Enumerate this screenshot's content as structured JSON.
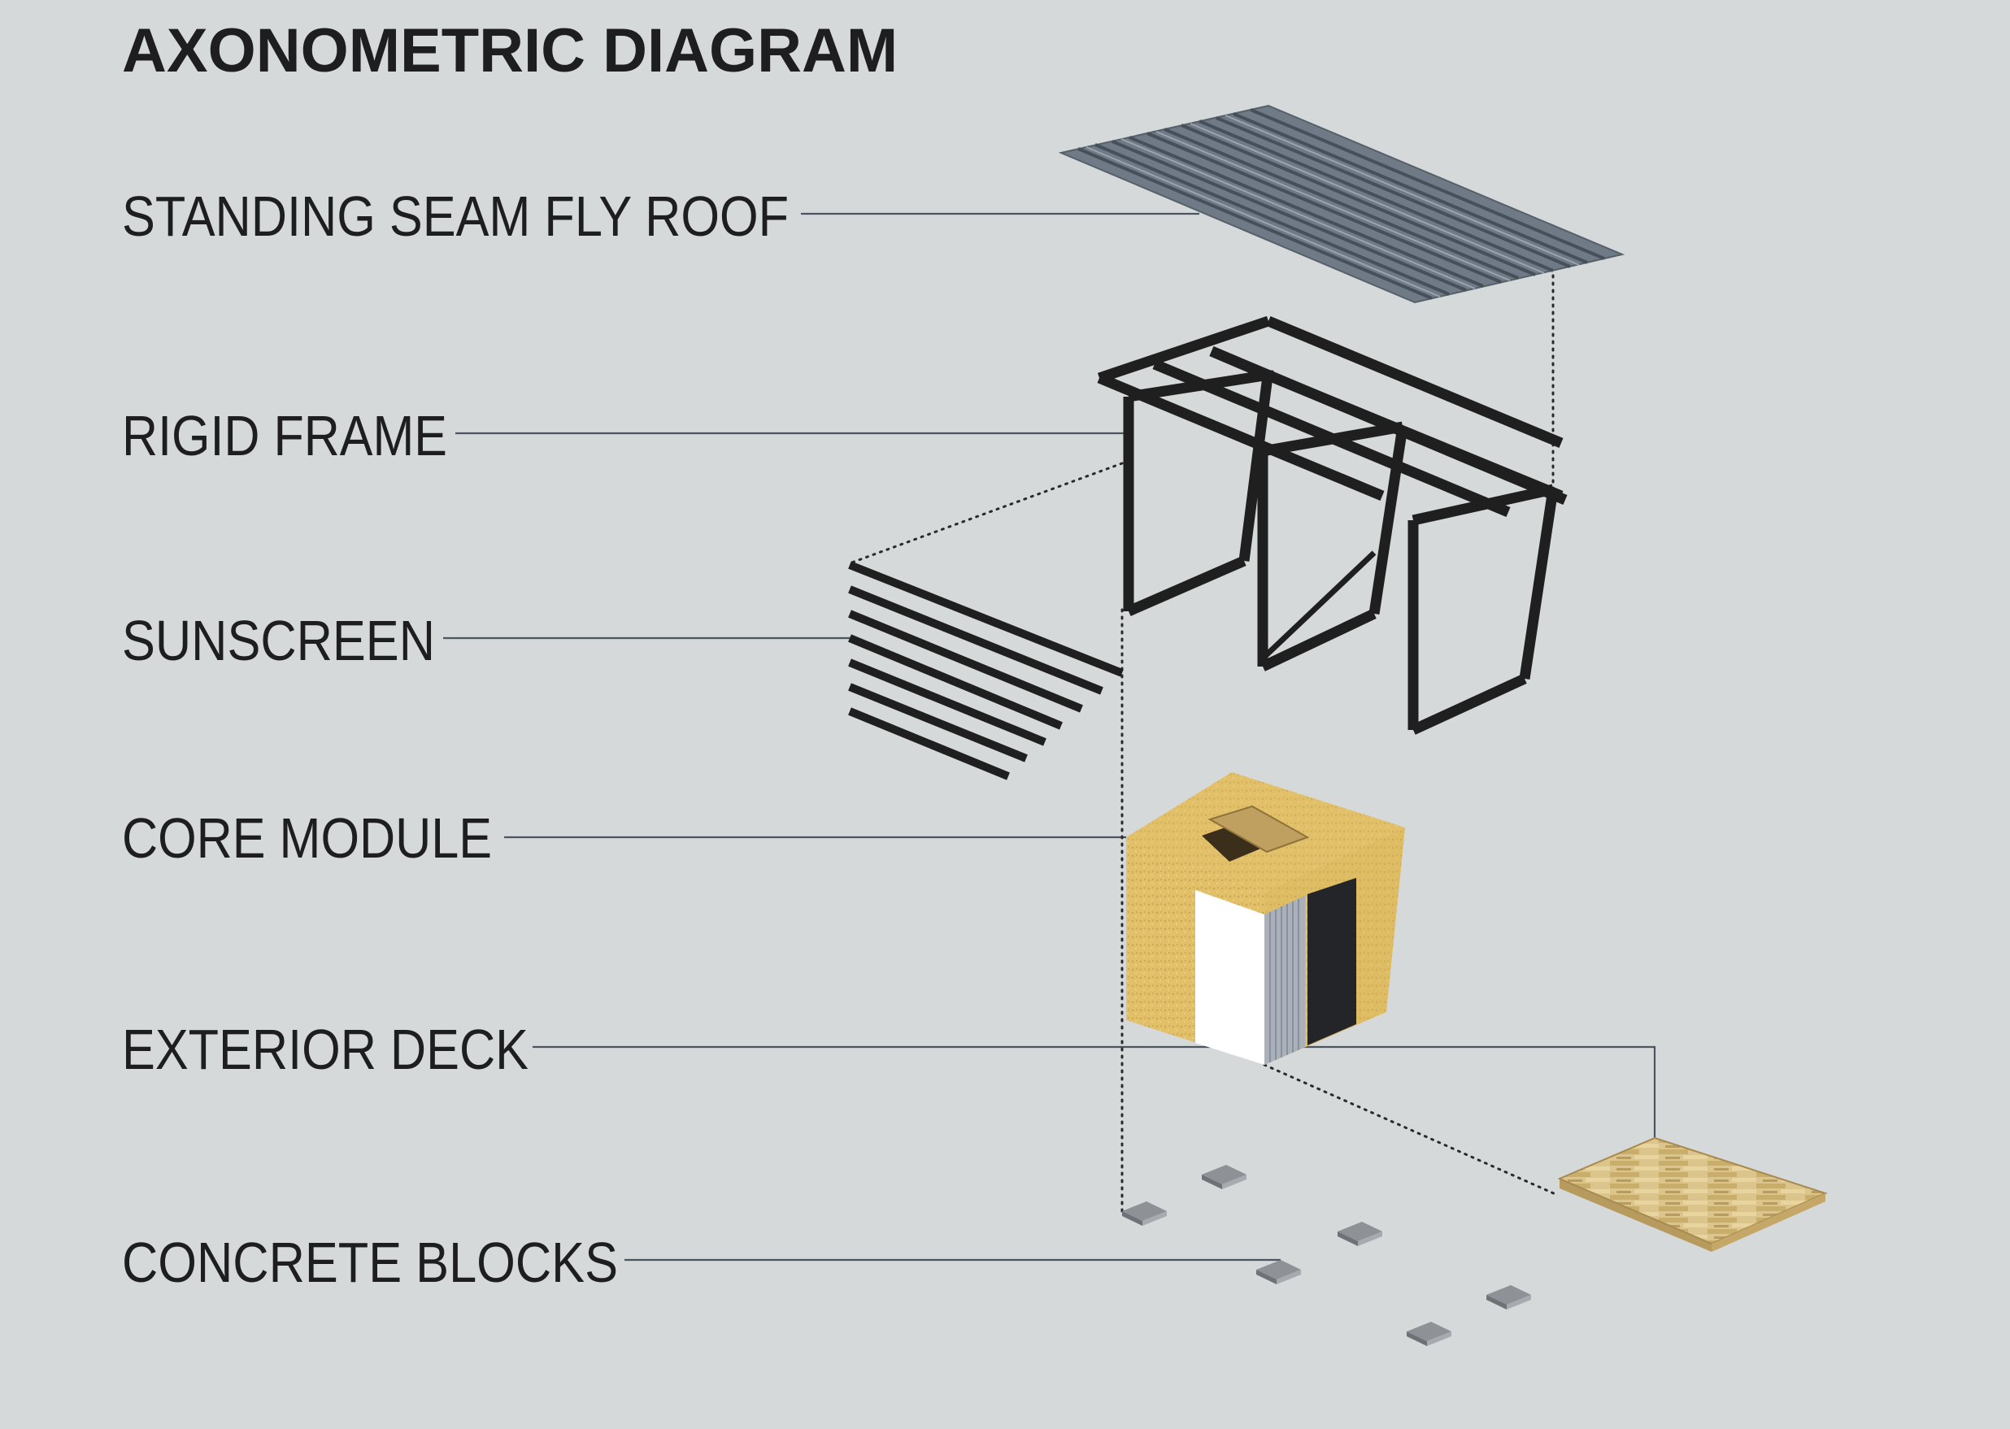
{
  "title": "AXONOMETRIC DIAGRAM",
  "layers": [
    {
      "id": "roof",
      "label": "STANDING SEAM FLY ROOF"
    },
    {
      "id": "frame",
      "label": "RIGID FRAME"
    },
    {
      "id": "sunscreen",
      "label": "SUNSCREEN"
    },
    {
      "id": "core",
      "label": "CORE MODULE"
    },
    {
      "id": "deck",
      "label": "EXTERIOR DECK"
    },
    {
      "id": "blocks",
      "label": "CONCRETE BLOCKS"
    }
  ],
  "colors": {
    "background": "#d6d9da",
    "text": "#1e1e20",
    "leader_line": "#4a5560",
    "roof_panel": "#6f7a86",
    "roof_seam": "#46505b",
    "frame_steel": "#1f1f1f",
    "core_cladding": "#e2c069",
    "core_door": "#ffffff",
    "core_dark_panel": "#232528",
    "deck_timber": "#dcc58c",
    "concrete_block": "#8e9196"
  }
}
